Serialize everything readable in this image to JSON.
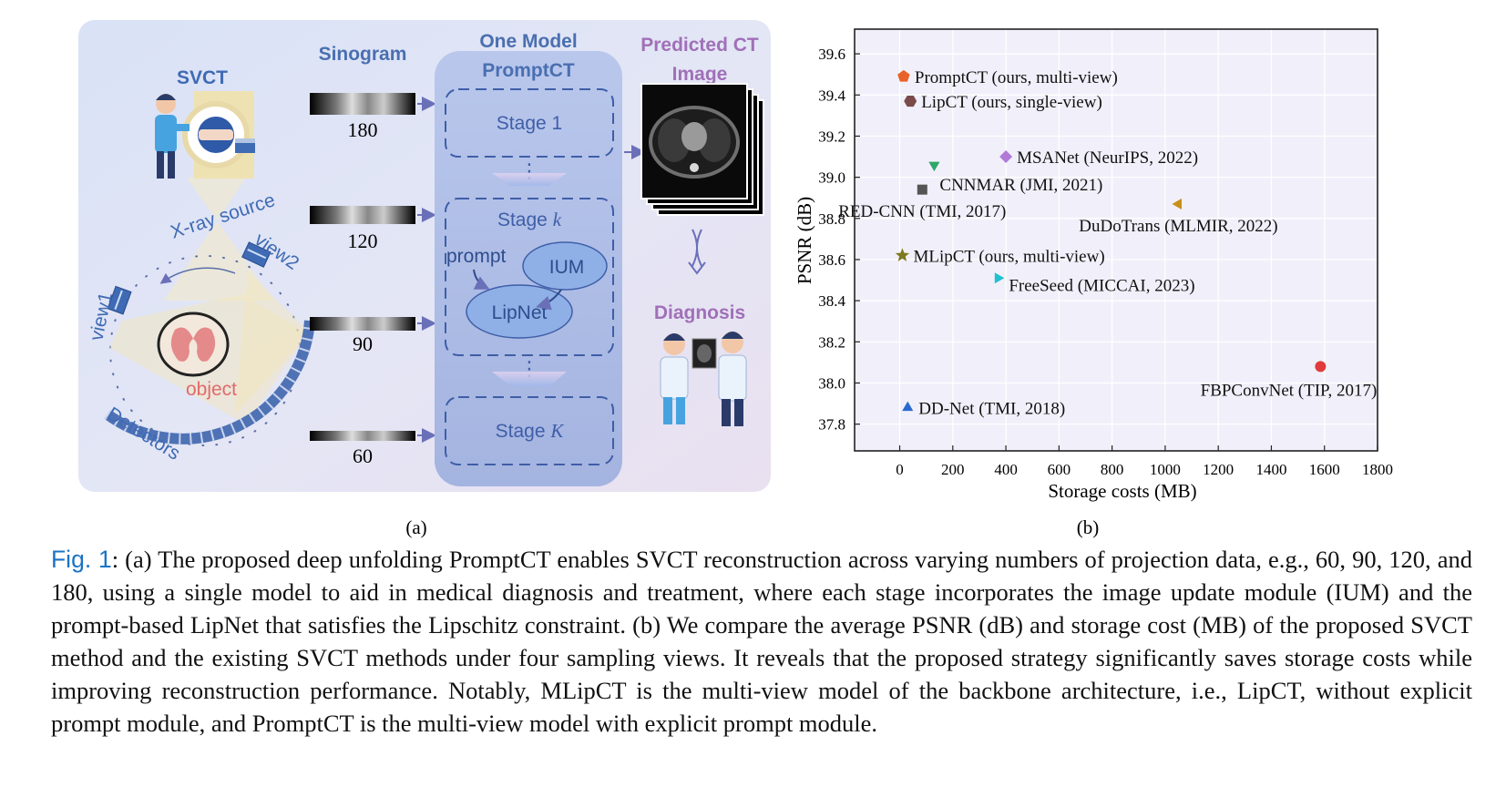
{
  "panel_a": {
    "svct_label": "SVCT",
    "xray_source_label": "X-ray source",
    "view1_label": "view1",
    "view2_label": "view2",
    "object_label": "object",
    "detectors_label": "Detectors",
    "sinogram_label": "Sinogram",
    "sinogram_views": [
      "180",
      "120",
      "90",
      "60"
    ],
    "model_title_line1": "One Model",
    "model_title_line2": "PromptCT",
    "stage1_label": "Stage 1",
    "stagek_prefix": "Stage ",
    "stagek_var": "k",
    "stageK_prefix": "Stage ",
    "stageK_var": "K",
    "prompt_label": "prompt",
    "ium_label": "IUM",
    "lipnet_label": "LipNet",
    "dots": "⋮",
    "predicted_line1": "Predicted CT",
    "predicted_line2": "Image",
    "diagnosis_label": "Diagnosis",
    "sublabel": "(a)",
    "colors": {
      "panel_bg": "#dde3f3",
      "model_box": "#a9b9e3",
      "accent_blue": "#4a6fb0",
      "accent_purple": "#a070b8",
      "object_red": "#e05a5a"
    }
  },
  "panel_b": {
    "sublabel": "(b)",
    "chart_data": {
      "type": "scatter",
      "xlabel": "Storage costs (MB)",
      "ylabel": "PSNR (dB)",
      "xlim": [
        -170,
        1800
      ],
      "ylim": [
        37.67,
        39.72
      ],
      "xticks": [
        0,
        200,
        400,
        600,
        800,
        1000,
        1200,
        1400,
        1600,
        1800
      ],
      "yticks": [
        37.8,
        38.0,
        38.2,
        38.4,
        38.6,
        38.8,
        39.0,
        39.2,
        39.4,
        39.6
      ],
      "grid": true,
      "points": [
        {
          "label": "PromptCT (ours, multi-view)",
          "x": 15,
          "y": 39.49,
          "marker": "pentagon",
          "color": "#e8622a",
          "label_pos": "right"
        },
        {
          "label": "LipCT (ours, single-view)",
          "x": 40,
          "y": 39.37,
          "marker": "hexagon",
          "color": "#7a4a4a",
          "label_pos": "right"
        },
        {
          "label": "MSANet (NeurIPS, 2022)",
          "x": 400,
          "y": 39.1,
          "marker": "diamond",
          "color": "#b07ad6",
          "label_pos": "right"
        },
        {
          "label": "CNNMAR (JMI, 2021)",
          "x": 130,
          "y": 39.06,
          "marker": "triangle-down",
          "color": "#2fa86a",
          "label_pos": "below-right"
        },
        {
          "label": "RED-CNN (TMI, 2017)",
          "x": 85,
          "y": 38.94,
          "marker": "square",
          "color": "#555555",
          "label_pos": "below"
        },
        {
          "label": "DuDoTrans (MLMIR, 2022)",
          "x": 1050,
          "y": 38.87,
          "marker": "triangle-left",
          "color": "#c89018",
          "label_pos": "below"
        },
        {
          "label": "MLipCT (ours, multi-view)",
          "x": 10,
          "y": 38.62,
          "marker": "star",
          "color": "#7f7a20",
          "label_pos": "right"
        },
        {
          "label": "FreeSeed (MICCAI, 2023)",
          "x": 370,
          "y": 38.51,
          "marker": "triangle-right",
          "color": "#1fc0d0",
          "label_pos": "right-below"
        },
        {
          "label": "FBPConvNet (TIP, 2017)",
          "x": 1585,
          "y": 38.08,
          "marker": "circle",
          "color": "#e03c3c",
          "label_pos": "below-left"
        },
        {
          "label": "DD-Net (TMI, 2018)",
          "x": 30,
          "y": 37.88,
          "marker": "triangle-up",
          "color": "#2a6ad0",
          "label_pos": "right"
        }
      ]
    }
  },
  "caption": {
    "fig_label": "Fig. 1",
    "text": ": (a) The proposed deep unfolding PromptCT enables SVCT reconstruction across varying numbers of projection data, e.g., 60, 90, 120, and 180, using a single model to aid in medical diagnosis and treatment, where each stage incorporates the image update module (IUM) and the prompt-based LipNet that satisfies the Lipschitz constraint. (b) We compare the average PSNR (dB) and storage cost (MB) of the proposed SVCT method and the existing SVCT methods under four sampling views. It reveals that the proposed strategy significantly saves storage costs while improving reconstruction performance. Notably, MLipCT is the multi-view model of the backbone architecture, i.e., LipCT, without explicit prompt module, and PromptCT is the multi-view model with explicit prompt module."
  }
}
